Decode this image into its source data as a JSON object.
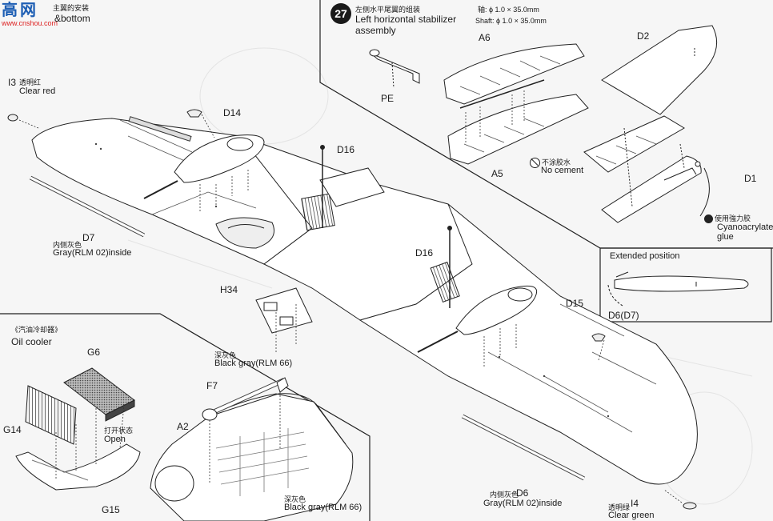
{
  "header": {
    "section_title_left": "&bottom",
    "section_title_left_cn": "主翼的安装",
    "watermark_logo": "高网",
    "watermark_url": "www.cnshou.com"
  },
  "step27": {
    "number": "27",
    "title_cn": "左侧水平尾翼的组装",
    "title_en_line1": "Left horizontal stabilizer",
    "title_en_line2": "assembly",
    "axle_spec": "轴: ϕ 1.0 × 35.0mm",
    "shaft_spec": "Shaft: ϕ 1.0 × 35.0mm",
    "no_cement_cn": "不涂胶水",
    "no_cement_en": "No cement",
    "glue_cn": "使用強力胶",
    "glue_en_line1": "Cyanoacrylate",
    "glue_en_line2": "glue",
    "parts": [
      "PE",
      "A6",
      "A5",
      "D2",
      "D1"
    ]
  },
  "extended": {
    "title": "Extended position",
    "part": "D6(D7)"
  },
  "oil_cooler": {
    "title_cn": "《汽油冷却器》",
    "title_en": "Oil cooler",
    "open_cn": "打开状态",
    "open_en": "Open",
    "parts": [
      "G6",
      "G14",
      "G15"
    ]
  },
  "wing": {
    "I3": {
      "code": "I3",
      "cn": "透明红",
      "en": "Clear red"
    },
    "D14": "D14",
    "D16_a": "D16",
    "D16_b": "D16",
    "D7": {
      "code": "D7",
      "cn": "内侧灰色",
      "en": "Gray(RLM 02)inside"
    },
    "H34": "H34",
    "D15": "D15",
    "D6": {
      "code": "D6",
      "cn": "内侧灰色",
      "en": "Gray(RLM 02)inside"
    },
    "I4": {
      "code": "I4",
      "cn": "透明绿",
      "en": "Clear green"
    }
  },
  "radiator": {
    "F7": "F7",
    "A2": "A2",
    "top_color_cn": "深灰色",
    "top_color_en": "Black gray(RLM 66)",
    "bottom_color_cn": "深灰色",
    "bottom_color_en": "Black gray(RLM 66)"
  }
}
